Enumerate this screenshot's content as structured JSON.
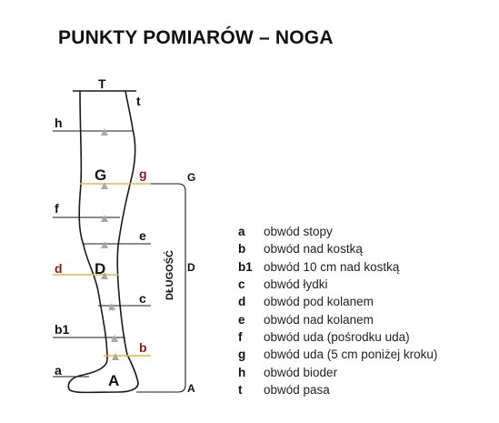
{
  "title": "PUNKTY POMIARÓW – NOGA",
  "diagram_labels": {
    "T": "T",
    "t": "t",
    "h": "h",
    "G": "G",
    "g": "g",
    "G_right": "G",
    "f": "f",
    "e": "e",
    "D": "D",
    "d": "d",
    "D_right": "D",
    "c": "c",
    "b1": "b1",
    "b": "b",
    "A": "A",
    "a": "a",
    "A_right": "A",
    "length": "DŁUGOŚĆ"
  },
  "legend": [
    {
      "code": "a",
      "desc": "obwód stopy"
    },
    {
      "code": "b",
      "desc": "obwód nad kostką"
    },
    {
      "code": "b1",
      "desc": "obwód 10 cm nad kostką"
    },
    {
      "code": "c",
      "desc": "obwód łydki"
    },
    {
      "code": "d",
      "desc": "obwód pod kolanem"
    },
    {
      "code": "e",
      "desc": "obwód nad kolanem"
    },
    {
      "code": "f",
      "desc": "obwód uda (pośrodku uda)"
    },
    {
      "code": "g",
      "desc": "obwód uda (5 cm poniżej kroku)"
    },
    {
      "code": "h",
      "desc": "obwód bioder"
    },
    {
      "code": "t",
      "desc": "obwód pasa"
    }
  ],
  "colors": {
    "line": "#1a1a1a",
    "highlight": "#e8b44a",
    "accent_red": "#8b1a1a"
  }
}
